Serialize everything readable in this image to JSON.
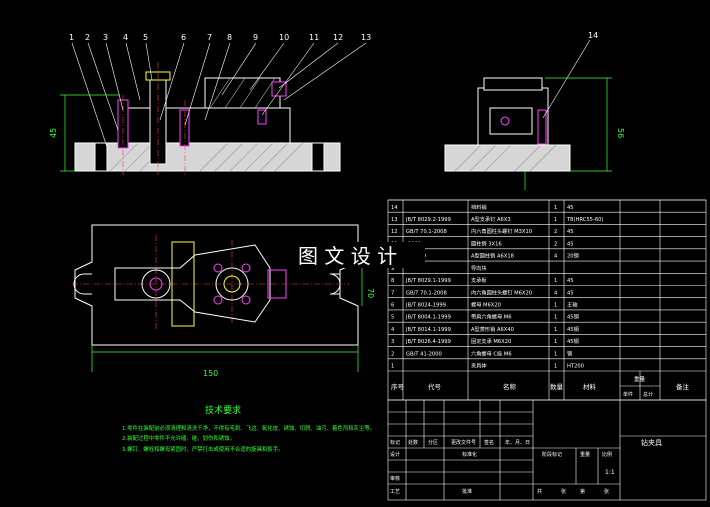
{
  "colors": {
    "background": "#000000",
    "outline": "#ffffff",
    "part_fill": "#d8d8d8",
    "dimension": "#3fff3f",
    "leader": "#ffffff",
    "accent_magenta": "#ff3fff",
    "accent_yellow": "#ffff3f",
    "centerline": "#ff3f3f",
    "text_green": "#3fff3f"
  },
  "watermark": "图 文 设 计",
  "part_balloons": [
    "1",
    "2",
    "3",
    "4",
    "5",
    "6",
    "7",
    "8",
    "9",
    "10",
    "11",
    "12",
    "13"
  ],
  "side_view_balloon": "14",
  "dimensions": {
    "front_height": "45",
    "side_height": "56",
    "plan_length": "150",
    "plan_width": "70"
  },
  "tech_requirements": {
    "title": "技术要求",
    "lines": [
      "1.零件在装配前必须清理和清洗干净，不得有毛刺、飞边、氧化皮、锈蚀、切屑、油污、着色剂和灰尘等。",
      "2.装配过程中零件不允许磕、碰、划伤和锈蚀。",
      "3.螺钉、螺栓和螺母紧固时，严禁打击或使用不合适的旋具和扳手。"
    ]
  },
  "bom": {
    "rows": [
      {
        "no": "14",
        "code": "",
        "name": "挡料销",
        "qty": "1",
        "material": "45"
      },
      {
        "no": "13",
        "code": "JB/T 8029.2-1999",
        "name": "A型支承钉 A6X3",
        "qty": "1",
        "material": "T8(HRC55-60)"
      },
      {
        "no": "12",
        "code": "GB/T 70.1-2008",
        "name": "内六角圆柱头螺钉 M3X10",
        "qty": "2",
        "material": "45"
      },
      {
        "no": "11",
        "code": "-2000",
        "name": "圆柱销 3X16",
        "qty": "2",
        "material": "45"
      },
      {
        "no": "10",
        "code": ".1-1999",
        "name": "A型圆柱销 A6X18",
        "qty": "4",
        "material": "20钢"
      },
      {
        "no": "9",
        "code": "",
        "name": "导向块",
        "qty": "",
        "material": ""
      },
      {
        "no": "8",
        "code": "JB/T 8029.1-1999",
        "name": "支承板",
        "qty": "1",
        "material": "45"
      },
      {
        "no": "7",
        "code": "GB/T 70.1-2008",
        "name": "内六角圆柱头螺钉 M6X20",
        "qty": "4",
        "material": "45"
      },
      {
        "no": "6",
        "code": "JB/T 8024-1999",
        "name": "螺母 M6X20",
        "qty": "1",
        "material": "王轴"
      },
      {
        "no": "5",
        "code": "JB/T 8004.1-1999",
        "name": "带肩六角螺母 M6",
        "qty": "1",
        "material": "45钢"
      },
      {
        "no": "4",
        "code": "JB/T 8014.1-1999",
        "name": "A型菱形销 A6X40",
        "qty": "1",
        "material": "45钢"
      },
      {
        "no": "3",
        "code": "JB/T 8026.4-1999",
        "name": "固定支承 M6X20",
        "qty": "1",
        "material": "45钢"
      },
      {
        "no": "2",
        "code": "GB/T 41-2000",
        "name": "六角螺母 C级 M6",
        "qty": "1",
        "material": "钢"
      },
      {
        "no": "1",
        "code": "",
        "name": "夹具体",
        "qty": "1",
        "material": "HT200"
      }
    ],
    "header": {
      "no": "序号",
      "code": "代号",
      "name": "名称",
      "qty": "数量",
      "material": "材料",
      "unit_single": "单件",
      "unit_total": "总计",
      "mass": "重量",
      "note": "备注"
    }
  },
  "title_block": {
    "drawing_title": "钻夹具",
    "labels": {
      "mark": "标记",
      "count": "处数",
      "zone": "分区",
      "change_doc": "更改文件号",
      "sign": "签名",
      "date": "年、月、日",
      "design": "设计",
      "standardize": "标准化",
      "stage_mark": "阶段标记",
      "weight": "重量",
      "scale": "比例",
      "review": "审核",
      "process": "工艺",
      "approve": "批准",
      "sheets_total": "共",
      "sheet": "张",
      "sheet_no": "第"
    },
    "scale_value": "1:1"
  }
}
